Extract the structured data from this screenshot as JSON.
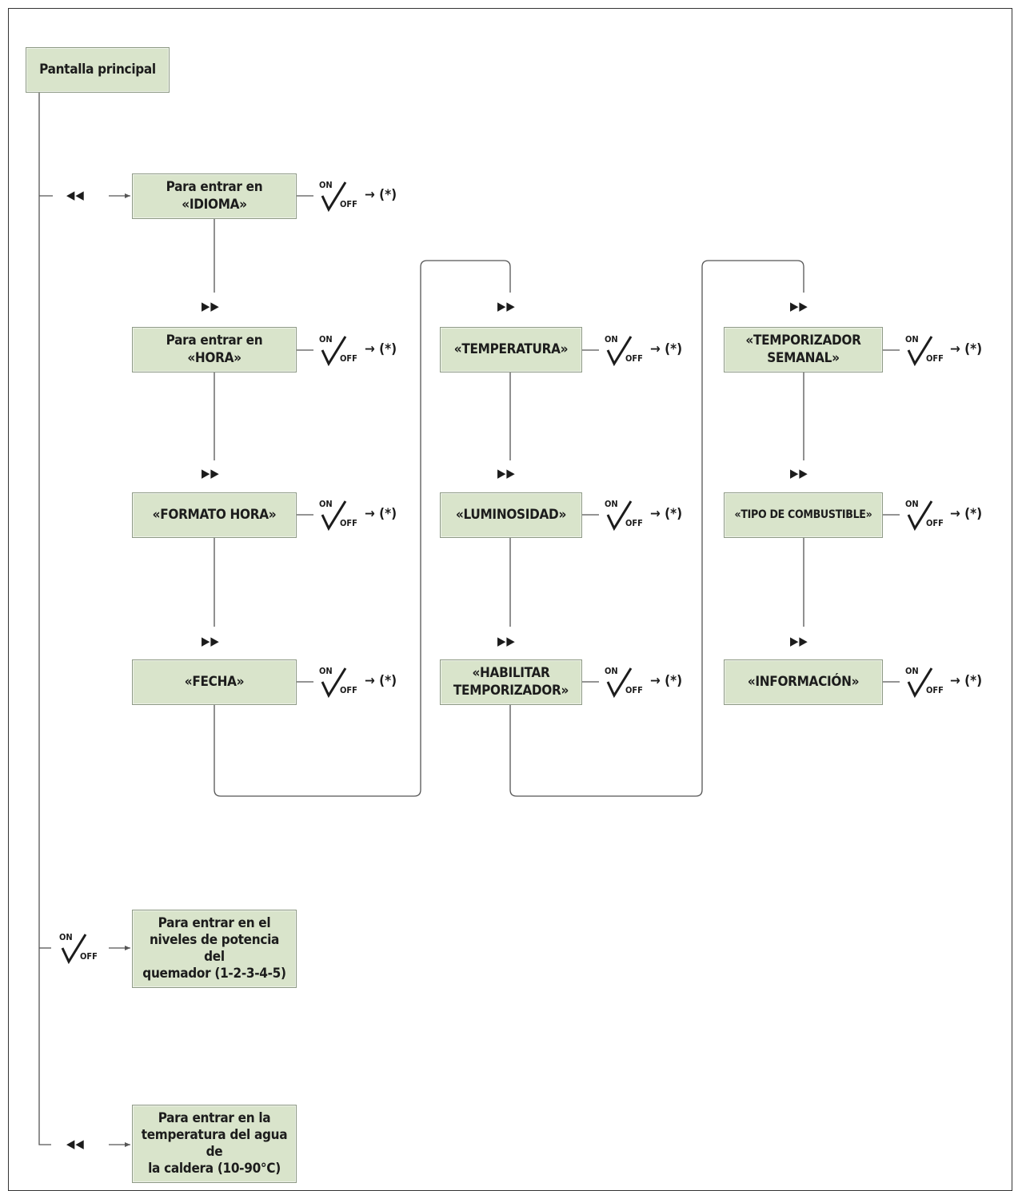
{
  "boxes": {
    "main": "Pantalla principal",
    "idioma": "Para entrar en «IDIOMA»",
    "hora": "Para entrar en «HORA»",
    "formato_hora": "«FORMATO HORA»",
    "fecha": "«FECHA»",
    "temperatura": "«TEMPERATURA»",
    "luminosidad": "«LUMINOSIDAD»",
    "habilitar": "«HABILITAR\nTEMPORIZADOR»",
    "temporizador": "«TEMPORIZADOR\nSEMANAL»",
    "tipo_combustible": "«TIPO DE COMBUSTIBLE»",
    "informacion": "«INFORMACIÓN»",
    "potencia": "Para entrar en el\nniveles de potencia del\nquemador (1-2-3-4-5)",
    "agua": "Para entrar en la\ntemperatura del agua de\nla caldera (10-90°C)"
  },
  "symbols": {
    "back": "◀◀",
    "forward": "▶▶",
    "on": "ON",
    "off": "OFF",
    "result": "→ (*)"
  }
}
